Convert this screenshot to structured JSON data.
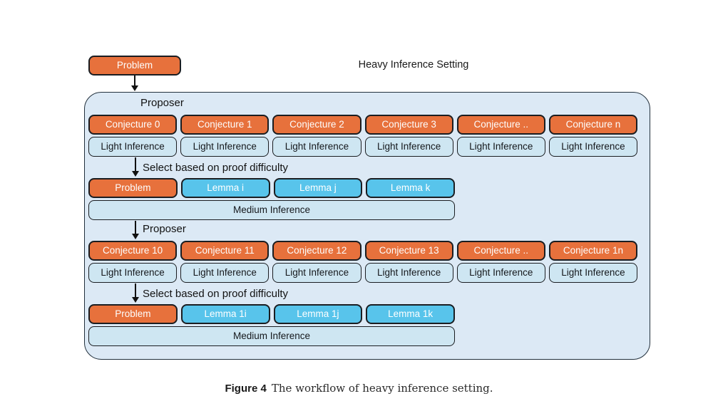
{
  "title": "Heavy Inference Setting",
  "problem_label": "Problem",
  "proposer_label": "Proposer",
  "select_label": "Select based on proof difficulty",
  "light_inference_label": "Light Inference",
  "medium_inference_label": "Medium Inference",
  "colors": {
    "orange": "#e7713c",
    "cyan": "#58c4eb",
    "light_blue": "#cee6f2",
    "container_blue": "#dce9f5",
    "border": "#1a1d21"
  },
  "stages": [
    {
      "conjectures": [
        "Conjecture 0",
        "Conjecture 1",
        "Conjecture 2",
        "Conjecture 3",
        "Conjecture ..",
        "Conjecture n"
      ],
      "selected": [
        "Problem",
        "Lemma i",
        "Lemma j",
        "Lemma k"
      ]
    },
    {
      "conjectures": [
        "Conjecture 10",
        "Conjecture 11",
        "Conjecture 12",
        "Conjecture 13",
        "Conjecture ..",
        "Conjecture 1n"
      ],
      "selected": [
        "Problem",
        "Lemma 1i",
        "Lemma 1j",
        "Lemma 1k"
      ]
    }
  ],
  "caption": {
    "label": "Figure 4",
    "text": "The workflow of heavy inference setting."
  }
}
